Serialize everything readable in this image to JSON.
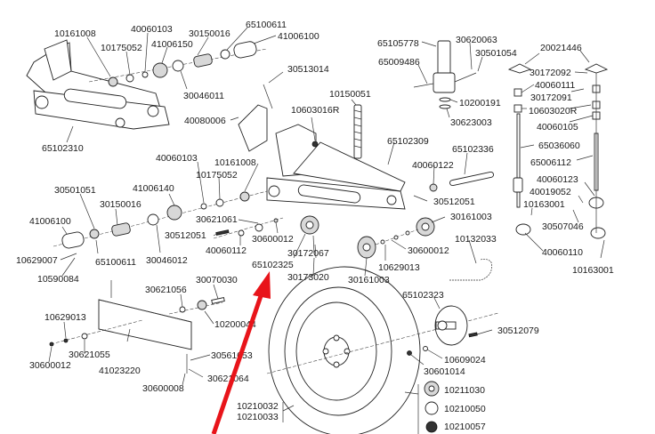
{
  "title": "Exploded parts diagram - tiller transmission and wheel assembly",
  "highlight": {
    "arrow_color": "#e8141a",
    "target_part": "65102325"
  },
  "labels": [
    {
      "id": "l1",
      "text": "10161008"
    },
    {
      "id": "l2",
      "text": "40060103"
    },
    {
      "id": "l3",
      "text": "30150016"
    },
    {
      "id": "l4",
      "text": "65100611"
    },
    {
      "id": "l5",
      "text": "41006100"
    },
    {
      "id": "l6",
      "text": "10175052"
    },
    {
      "id": "l7",
      "text": "41006150"
    },
    {
      "id": "l8",
      "text": "30046011"
    },
    {
      "id": "l9",
      "text": "30513014"
    },
    {
      "id": "l10",
      "text": "65102310"
    },
    {
      "id": "l11",
      "text": "40080006"
    },
    {
      "id": "l12",
      "text": "10603016R"
    },
    {
      "id": "l13",
      "text": "10150051"
    },
    {
      "id": "l14",
      "text": "65105778"
    },
    {
      "id": "l15",
      "text": "30620063"
    },
    {
      "id": "l16",
      "text": "30501054"
    },
    {
      "id": "l17",
      "text": "65009486"
    },
    {
      "id": "l18",
      "text": "10200191"
    },
    {
      "id": "l19",
      "text": "30623003"
    },
    {
      "id": "l20",
      "text": "20021446"
    },
    {
      "id": "l21",
      "text": "30172092"
    },
    {
      "id": "l22",
      "text": "40060111"
    },
    {
      "id": "l23",
      "text": "30172091"
    },
    {
      "id": "l24",
      "text": "10603020R"
    },
    {
      "id": "l25",
      "text": "40060105"
    },
    {
      "id": "l26",
      "text": "65036060"
    },
    {
      "id": "l27",
      "text": "65006112"
    },
    {
      "id": "l28",
      "text": "65102309"
    },
    {
      "id": "l29",
      "text": "65102336"
    },
    {
      "id": "l30",
      "text": "40060122"
    },
    {
      "id": "l31",
      "text": "30512051"
    },
    {
      "id": "l32",
      "text": "30161003"
    },
    {
      "id": "l33",
      "text": "10132033"
    },
    {
      "id": "l34",
      "text": "30600012"
    },
    {
      "id": "l35",
      "text": "10629013"
    },
    {
      "id": "l36",
      "text": "30161003"
    },
    {
      "id": "l37",
      "text": "40060123"
    },
    {
      "id": "l38",
      "text": "40019052"
    },
    {
      "id": "l39",
      "text": "10163001"
    },
    {
      "id": "l40",
      "text": "30507046"
    },
    {
      "id": "l41",
      "text": "40060110"
    },
    {
      "id": "l42",
      "text": "10163001"
    },
    {
      "id": "l43",
      "text": "40060103"
    },
    {
      "id": "l44",
      "text": "10161008"
    },
    {
      "id": "l45",
      "text": "10175052"
    },
    {
      "id": "l46",
      "text": "41006140"
    },
    {
      "id": "l47",
      "text": "30501051"
    },
    {
      "id": "l48",
      "text": "30150016"
    },
    {
      "id": "l49",
      "text": "41006100"
    },
    {
      "id": "l50",
      "text": "30621061"
    },
    {
      "id": "l51",
      "text": "30512051"
    },
    {
      "id": "l52",
      "text": "30600012"
    },
    {
      "id": "l53",
      "text": "40060112"
    },
    {
      "id": "l54",
      "text": "10629007"
    },
    {
      "id": "l55",
      "text": "65100611"
    },
    {
      "id": "l56",
      "text": "30046012"
    },
    {
      "id": "l57",
      "text": "10590084"
    },
    {
      "id": "l58",
      "text": "65102325"
    },
    {
      "id": "l59",
      "text": "30172067"
    },
    {
      "id": "l60",
      "text": "30173020"
    },
    {
      "id": "l61",
      "text": "30621056"
    },
    {
      "id": "l62",
      "text": "30070030"
    },
    {
      "id": "l63",
      "text": "10629013"
    },
    {
      "id": "l64",
      "text": "10200044"
    },
    {
      "id": "l65",
      "text": "30621055"
    },
    {
      "id": "l66",
      "text": "30600012"
    },
    {
      "id": "l67",
      "text": "41023220"
    },
    {
      "id": "l68",
      "text": "30561053"
    },
    {
      "id": "l69",
      "text": "30621064"
    },
    {
      "id": "l70",
      "text": "30600008"
    },
    {
      "id": "l71",
      "text": "10210032"
    },
    {
      "id": "l72",
      "text": "10210033"
    },
    {
      "id": "l73",
      "text": "65102323"
    },
    {
      "id": "l74",
      "text": "30512079"
    },
    {
      "id": "l75",
      "text": "10609024"
    },
    {
      "id": "l76",
      "text": "30601014"
    },
    {
      "id": "l77",
      "text": "10211030"
    },
    {
      "id": "l78",
      "text": "10210050"
    },
    {
      "id": "l79",
      "text": "10210057"
    }
  ]
}
